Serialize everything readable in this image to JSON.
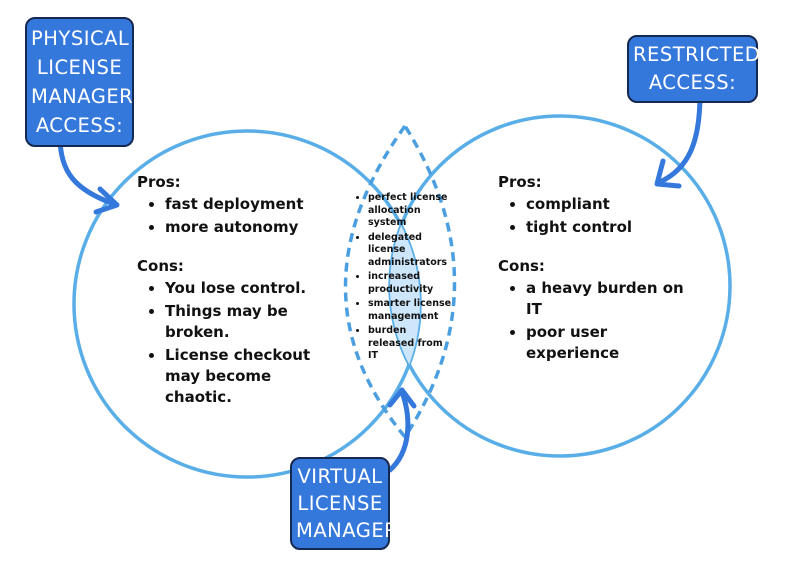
{
  "labels": {
    "physical": [
      "PHYSICAL",
      "LICENSE",
      "MANAGER",
      "ACCESS:"
    ],
    "restricted": [
      "RESTRICTED",
      "ACCESS:"
    ],
    "virtual": [
      "VIRTUAL",
      "LICENSE",
      "MANAGER"
    ]
  },
  "left": {
    "pros_heading": "Pros:",
    "pros": [
      "fast deployment",
      "more autonomy"
    ],
    "cons_heading": "Cons:",
    "cons": [
      "You lose control.",
      "Things may be broken.",
      "License checkout may become chaotic."
    ]
  },
  "right": {
    "pros_heading": "Pros:",
    "pros": [
      "compliant",
      "tight control"
    ],
    "cons_heading": "Cons:",
    "cons": [
      "a heavy burden on IT",
      "poor user experience"
    ]
  },
  "center": {
    "items": [
      "perfect license allocation system",
      "delegated license administrators",
      "increased productivity",
      "smarter license management",
      "burden released from IT"
    ]
  },
  "colors": {
    "circle_stroke": "#5aaee8",
    "overlap_fill": "#cde6fb",
    "overlap_stroke": "#4b9fe0",
    "label_fill": "#3578dc",
    "label_border": "#15284f",
    "arrow": "#3578dc",
    "text": "#111111"
  }
}
